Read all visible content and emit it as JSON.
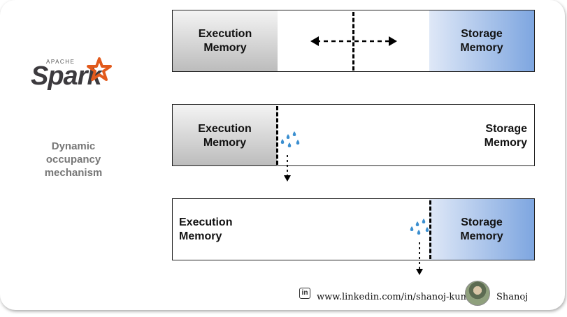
{
  "logo": {
    "apache": "APACHE",
    "spark": "Spark"
  },
  "caption": {
    "line1": "Dynamic",
    "line2": "occupancy",
    "line3": "mechanism"
  },
  "rows": [
    {
      "execution": [
        "Execution",
        "Memory"
      ],
      "storage": [
        "Storage",
        "Memory"
      ]
    },
    {
      "execution": [
        "Execution",
        "Memory"
      ],
      "storage": [
        "Storage",
        "Memory"
      ]
    },
    {
      "execution": [
        "Execution",
        "Memory"
      ],
      "storage": [
        "Storage",
        "Memory"
      ]
    }
  ],
  "footer": {
    "linkedin_icon": "in",
    "url": "www.linkedin.com/in/shanoj-kumar",
    "author": "Shanoj"
  },
  "colors": {
    "execution_fill": "#bcbcbc",
    "storage_fill": "#7ea6e0",
    "spill_drop": "#3b8fd0",
    "spark_star": "#e25a1c"
  },
  "icons": [
    "spark-star-icon",
    "double-arrow-icon",
    "spill-drops-icon",
    "down-arrow-icon",
    "linkedin-icon",
    "avatar"
  ]
}
